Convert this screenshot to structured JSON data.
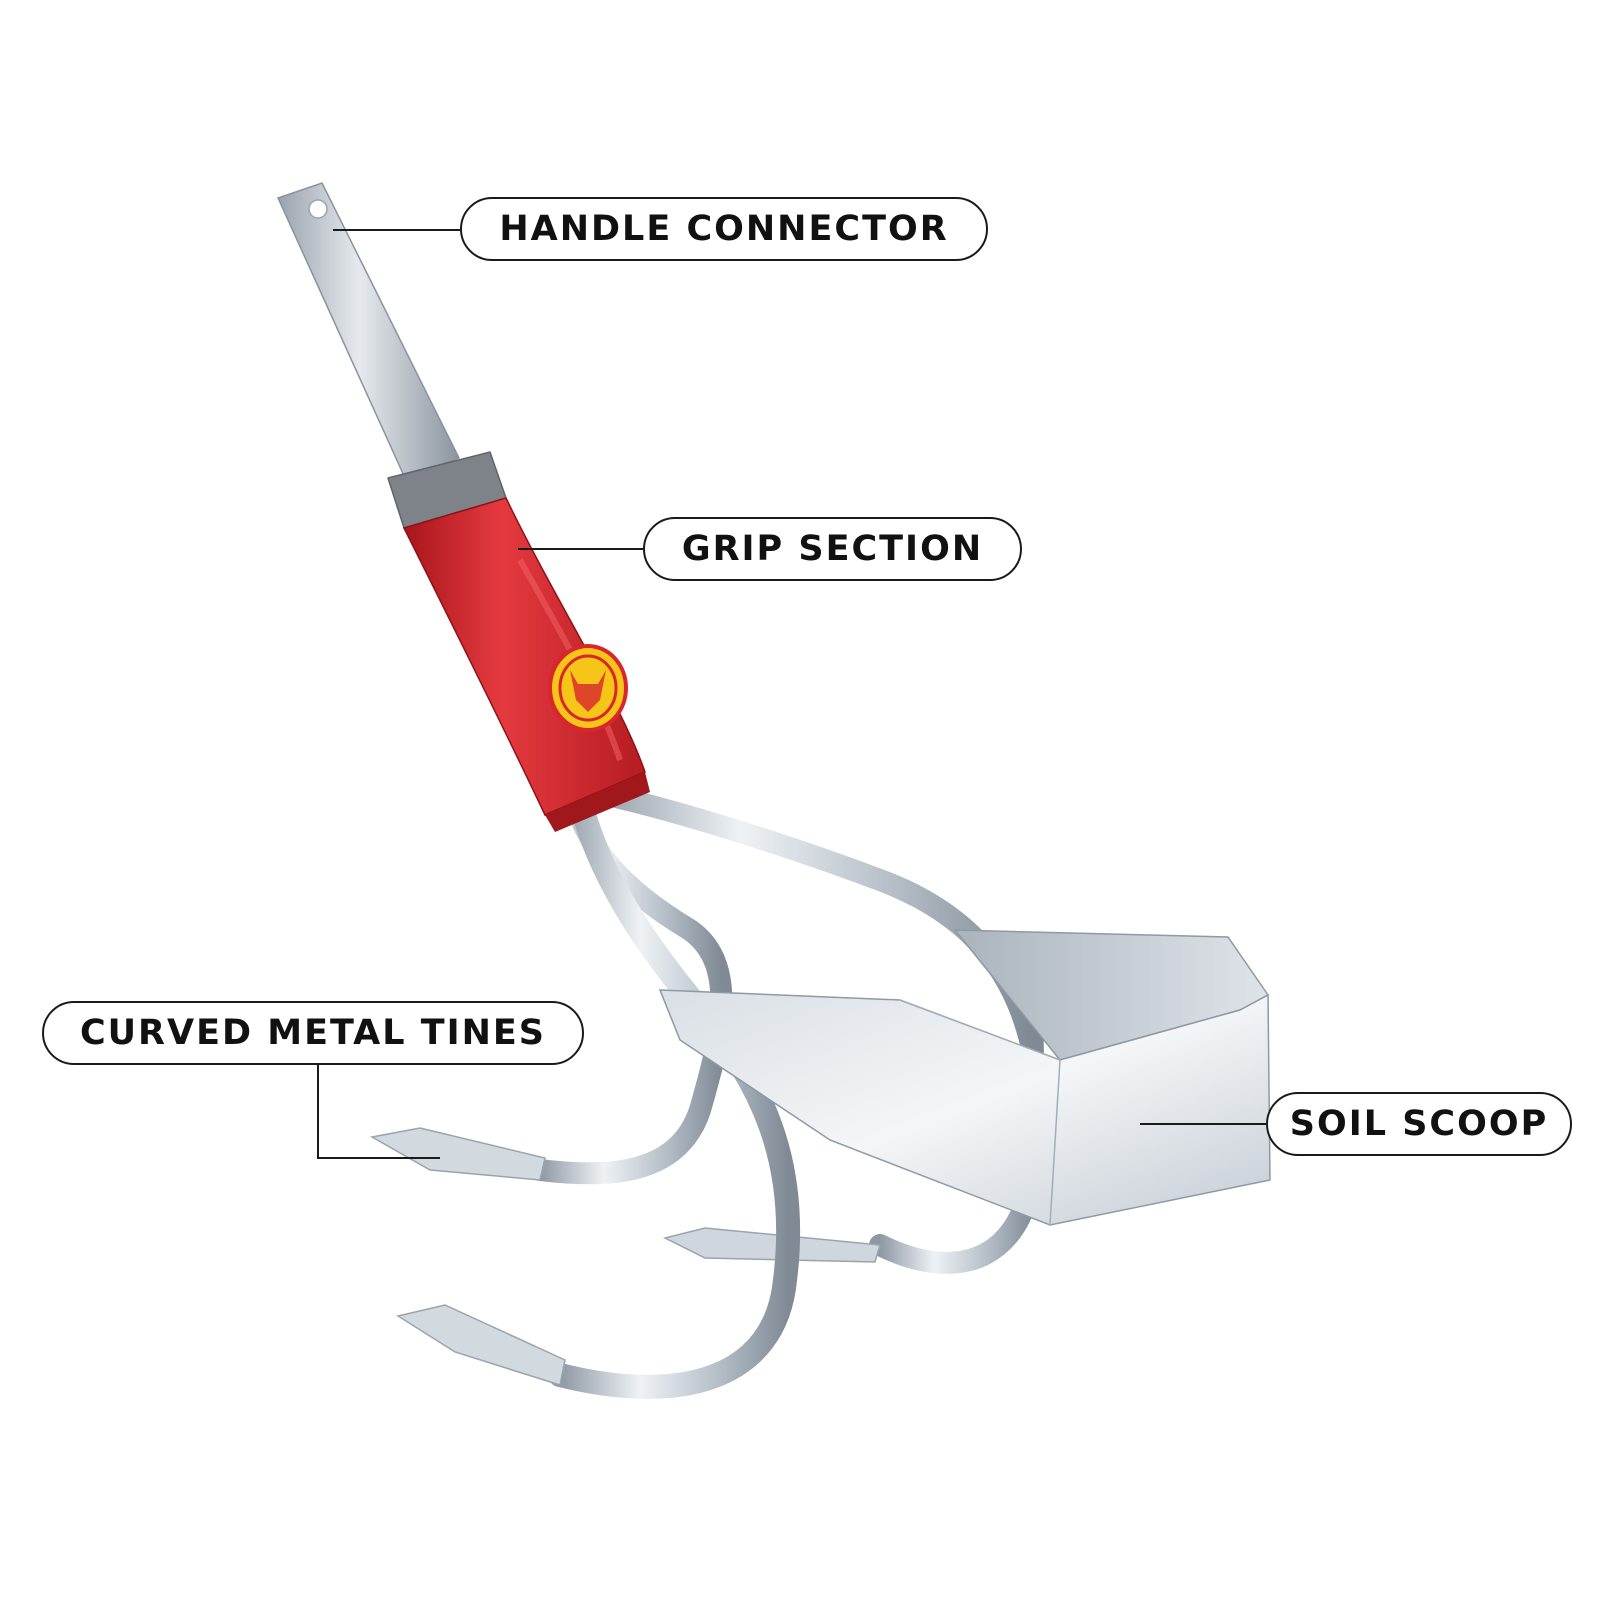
{
  "labels": {
    "handle_connector": "HANDLE CONNECTOR",
    "grip_section": "GRIP SECTION",
    "curved_metal_tines": "CURVED METAL TINES",
    "soil_scoop": "SOIL SCOOP"
  },
  "colors": {
    "background": "#ffffff",
    "grip_red": "#d8262c",
    "collar_gray": "#7d8388",
    "steel": "#c4ccd4",
    "logo_yellow": "#f5c518",
    "label_ink": "#111111"
  },
  "icons": {
    "brand_logo": "fox-head-icon"
  }
}
